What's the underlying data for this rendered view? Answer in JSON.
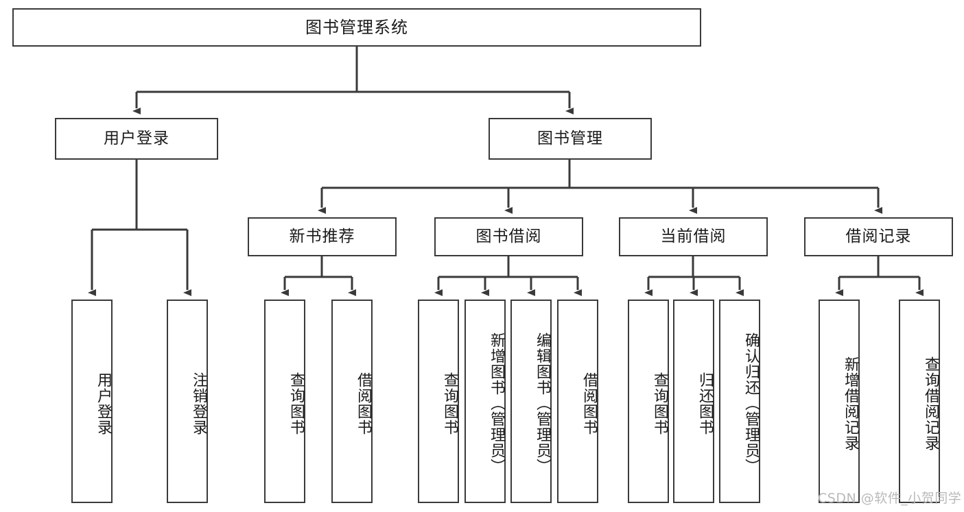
{
  "diagram": {
    "title": "图书管理系统",
    "watermark": "CSDN @软件_小贺同学",
    "levels": {
      "root": "图书管理系统",
      "level2": [
        "用户登录",
        "图书管理"
      ],
      "level3": [
        "新书推荐",
        "图书借阅",
        "当前借阅",
        "借阅记录"
      ]
    },
    "nodes": {
      "root": {
        "label": "图书管理系统"
      },
      "user_login": {
        "label": "用户登录"
      },
      "book_manage": {
        "label": "图书管理"
      },
      "new_book_rec": {
        "label": "新书推荐"
      },
      "book_borrow": {
        "label": "图书借阅"
      },
      "current_borrow": {
        "label": "当前借阅"
      },
      "borrow_record": {
        "label": "借阅记录"
      },
      "leaf_user_login": {
        "label": "用户登录"
      },
      "leaf_user_logout": {
        "label": "注销登录"
      },
      "leaf_rec_query": {
        "label": "查询图书"
      },
      "leaf_rec_borrow": {
        "label": "借阅图书"
      },
      "leaf_borrow_query": {
        "label": "查询图书"
      },
      "leaf_borrow_add": {
        "label": "新增图书（管理员）"
      },
      "leaf_borrow_edit": {
        "label": "编辑图书（管理员）"
      },
      "leaf_borrow_lend": {
        "label": "借阅图书"
      },
      "leaf_cur_query": {
        "label": "查询图书"
      },
      "leaf_cur_return": {
        "label": "归还图书"
      },
      "leaf_cur_confirm": {
        "label": "确认归还（管理员）"
      },
      "leaf_rec_add": {
        "label": "新增借阅记录"
      },
      "leaf_rec_search": {
        "label": "查询借阅记录"
      }
    },
    "colors": {
      "stroke": "#3a3a3a",
      "fill": "#ffffff",
      "text": "#1a1a1a",
      "watermark": "#b9b9b9"
    }
  }
}
